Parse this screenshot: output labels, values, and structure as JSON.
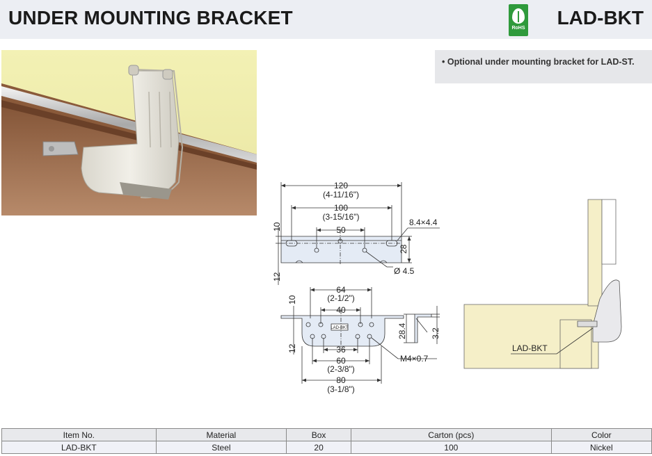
{
  "header": {
    "title": "UNDER MOUNTING BRACKET",
    "code": "LAD-BKT",
    "rohs_label": "RoHS"
  },
  "note": "• Optional under mounting bracket for LAD-ST.",
  "drawing_top": {
    "dim_120": "120",
    "dim_120_in": "(4-11/16\")",
    "dim_100": "100",
    "dim_100_in": "(3-15/16\")",
    "dim_50": "50",
    "slot": "8.4×4.4",
    "dim_28": "28",
    "dim_10": "10",
    "dim_12": "12",
    "hole": "Ø 4.5"
  },
  "drawing_bottom": {
    "dim_64": "64",
    "dim_64_in": "(2-1/2\")",
    "dim_40": "40",
    "dim_10": "10",
    "dim_12": "12",
    "dim_36": "36",
    "dim_60": "60",
    "dim_60_in": "(2-3/8\")",
    "dim_80": "80",
    "dim_80_in": "(3-1/8\")",
    "dim_28_4": "28.4",
    "dim_3_2": "3.2",
    "thread": "M4×0.7",
    "stamp": "LAD-BKT"
  },
  "install": {
    "callout": "LAD-BKT"
  },
  "table": {
    "headers": [
      "Item No.",
      "Material",
      "Box",
      "Carton (pcs)",
      "Color"
    ],
    "row": [
      "LAD-BKT",
      "Steel",
      "20",
      "100",
      "Nickel"
    ]
  }
}
